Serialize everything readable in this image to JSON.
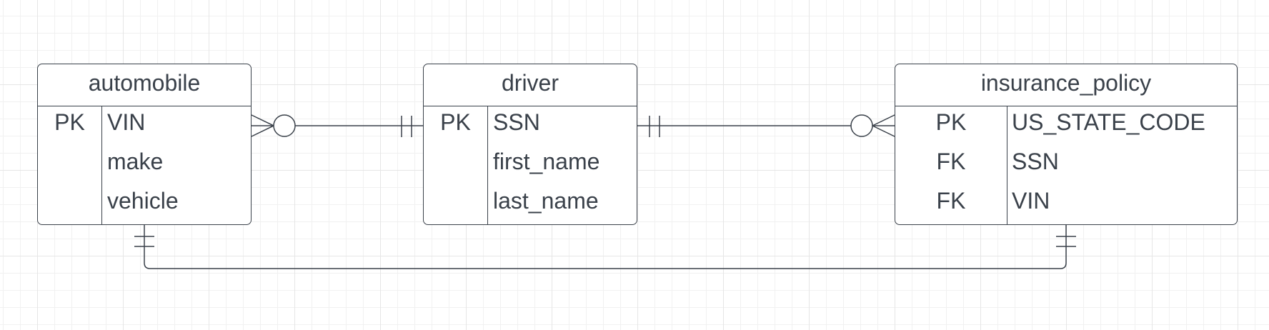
{
  "diagram": {
    "entities": [
      {
        "name": "automobile",
        "rows": [
          {
            "key": "PK",
            "attr": "VIN"
          },
          {
            "key": "",
            "attr": "make"
          },
          {
            "key": "",
            "attr": "vehicle"
          }
        ]
      },
      {
        "name": "driver",
        "rows": [
          {
            "key": "PK",
            "attr": "SSN"
          },
          {
            "key": "",
            "attr": "first_name"
          },
          {
            "key": "",
            "attr": "last_name"
          }
        ]
      },
      {
        "name": "insurance_policy",
        "rows": [
          {
            "key": "PK",
            "attr": "US_STATE_CODE"
          },
          {
            "key": "FK",
            "attr": "SSN"
          },
          {
            "key": "FK",
            "attr": "VIN"
          }
        ]
      }
    ],
    "relationships": [
      {
        "from": "automobile",
        "from_end": "zero-or-many",
        "to": "driver",
        "to_end": "one-and-only-one"
      },
      {
        "from": "driver",
        "from_end": "one-and-only-one",
        "to": "insurance_policy",
        "to_end": "zero-or-many"
      },
      {
        "from": "automobile",
        "from_end": "one-and-only-one",
        "to": "insurance_policy",
        "to_end": "one-and-only-one"
      }
    ],
    "colors": {
      "stroke": "#3a414a",
      "grid": "#e6e6e6",
      "background": "#ffffff"
    }
  }
}
